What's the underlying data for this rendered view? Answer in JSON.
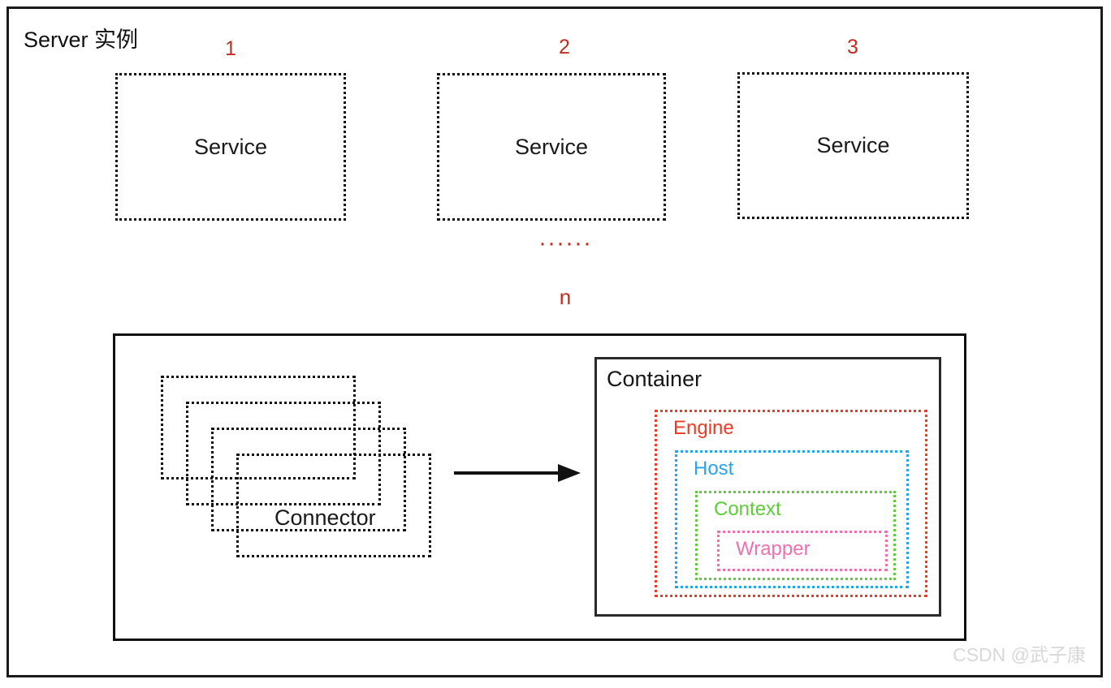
{
  "diagram": {
    "title": "Server 实例",
    "watermark": "CSDN @武子康"
  },
  "services": {
    "label": "Service",
    "items": [
      {
        "index_label": "1",
        "label": "Service"
      },
      {
        "index_label": "2",
        "label": "Service"
      },
      {
        "index_label": "3",
        "label": "Service"
      }
    ],
    "ellipsis": "······",
    "n_label": "n"
  },
  "server_instance": {
    "connector": {
      "label": "Connector",
      "stack_count": 4
    },
    "arrow": {
      "direction": "right",
      "icon": "arrow-right-icon"
    },
    "container": {
      "label": "Container",
      "nested": [
        {
          "label": "Engine",
          "color": "#ee3b26"
        },
        {
          "label": "Host",
          "color": "#29a3ee"
        },
        {
          "label": "Context",
          "color": "#5fcc3a"
        },
        {
          "label": "Wrapper",
          "color": "#ee70ae"
        }
      ]
    }
  },
  "colors": {
    "accent_red": "#c22d1e",
    "engine": "#ee3b26",
    "host": "#29a3ee",
    "context": "#5fcc3a",
    "wrapper": "#ee70ae",
    "stroke": "#111111",
    "watermark": "#d8d8d8"
  }
}
